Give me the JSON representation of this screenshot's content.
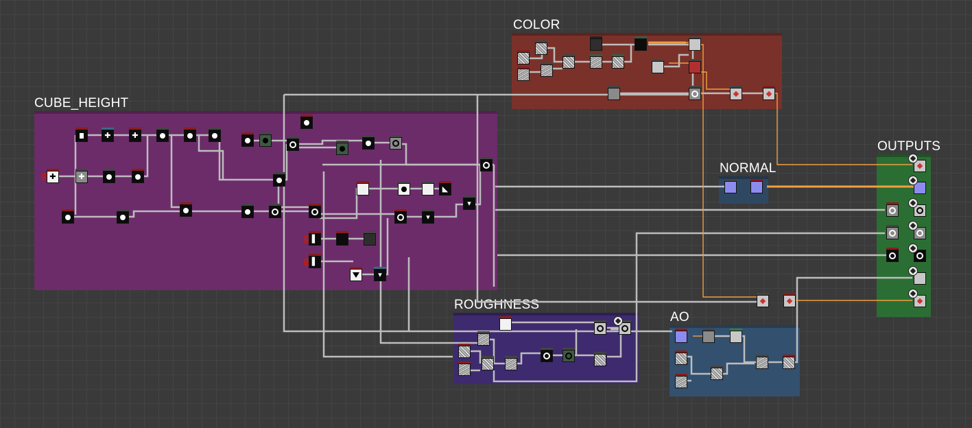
{
  "frames": {
    "color": {
      "title": "COLOR",
      "bg": "#7a3129"
    },
    "cube_height": {
      "title": "CUBE_HEIGHT",
      "bg": "#6c2c6a"
    },
    "normal": {
      "title": "NORMAL",
      "bg": "#2f4862"
    },
    "outputs": {
      "title": "OUTPUTS",
      "bg": "#2b6e33"
    },
    "roughness": {
      "title": "ROUGHNESS",
      "bg": "#3e2a6e"
    },
    "ao": {
      "title": "AO",
      "bg": "#33506e"
    }
  },
  "colors": {
    "wire_default": "#bdbdbd",
    "wire_orange": "#f0a040",
    "node_header": "#8a1c1c"
  },
  "icons": {
    "output_icon": "output-node-icon",
    "blend_icon": "blend-node-icon",
    "shape_icon": "shape-node-icon",
    "noise_icon": "noise-node-icon",
    "transform_icon": "transform-node-icon"
  }
}
